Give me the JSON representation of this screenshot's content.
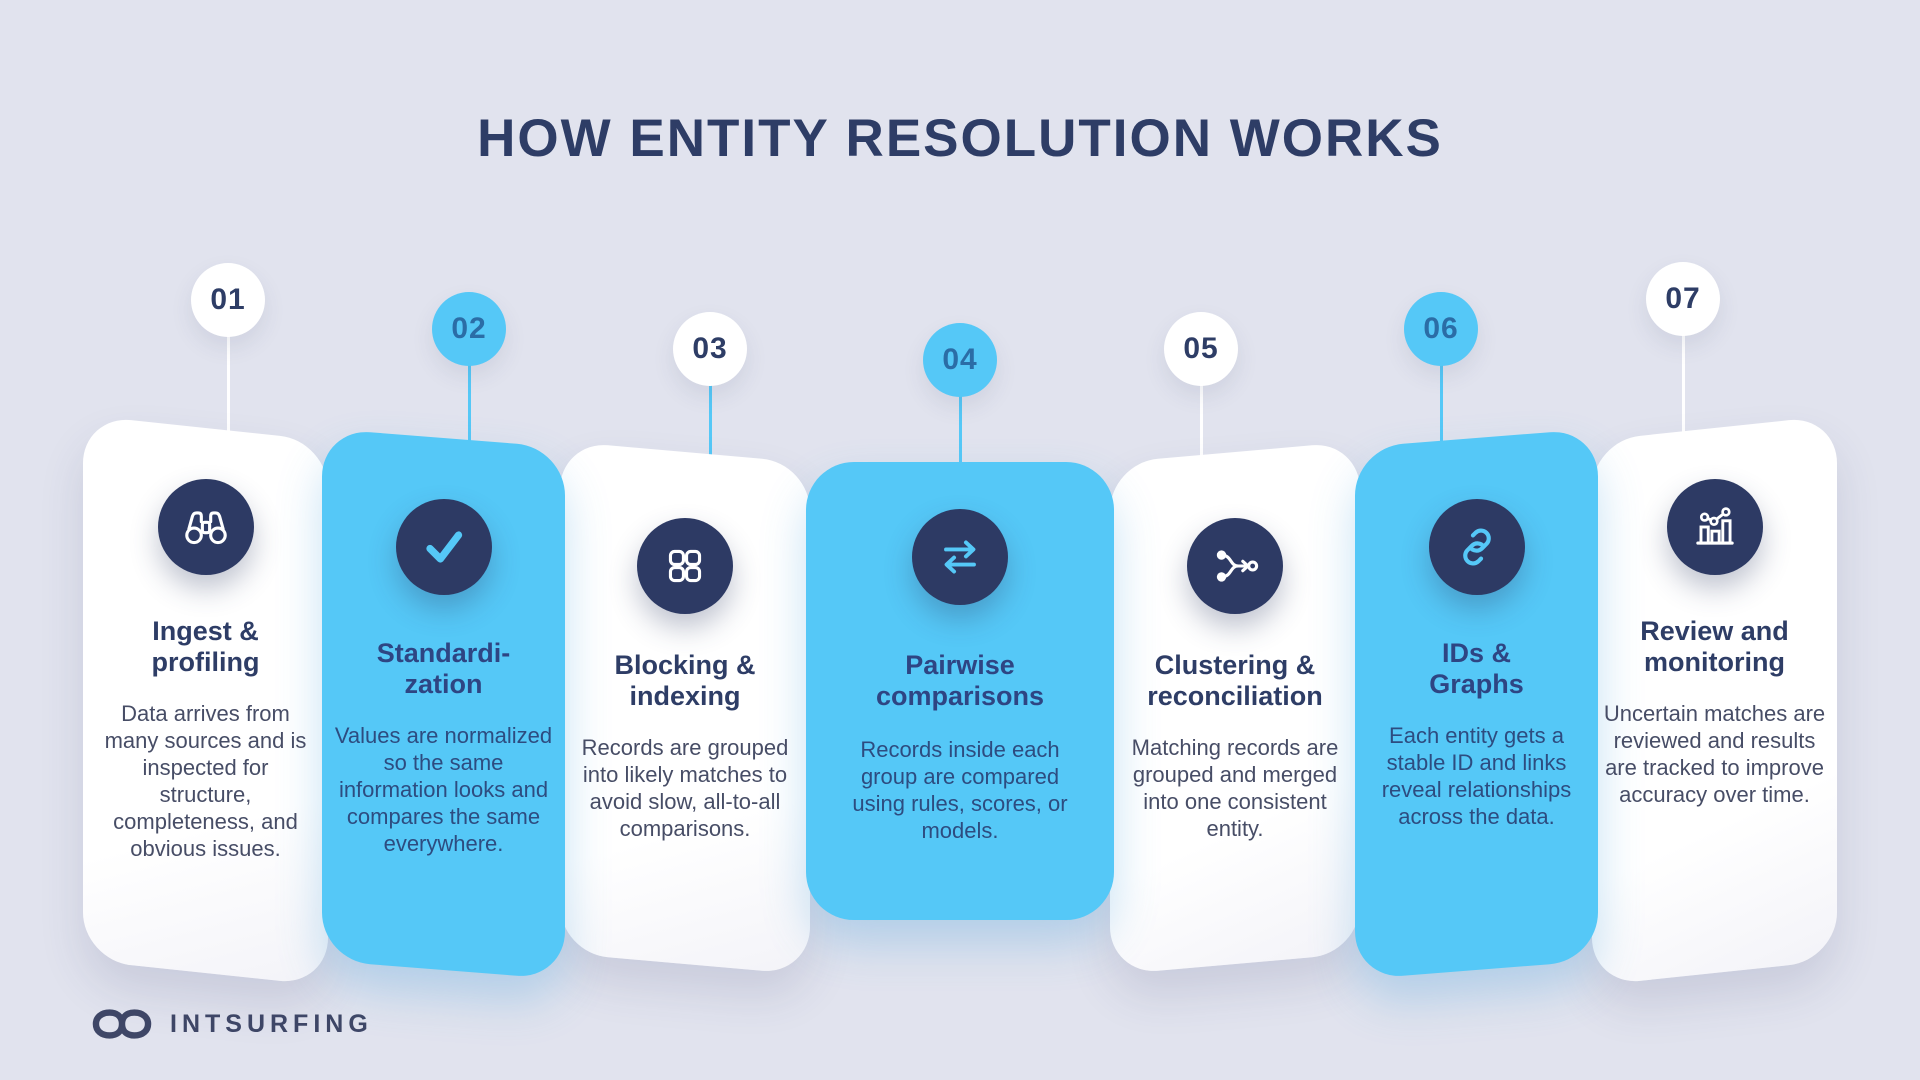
{
  "title": "HOW ENTITY RESOLUTION WORKS",
  "colors": {
    "background": "#E1E3EE",
    "accent_blue": "#55C8F7",
    "navy": "#2E3D66",
    "icon_circle_navy": "#2D3A64",
    "white": "#FFFFFF"
  },
  "steps": [
    {
      "number": "01",
      "variant": "white",
      "icon": "binoculars-icon",
      "title_lines": [
        "Ingest &",
        "profiling"
      ],
      "description": "Data arrives from many sources and is inspected for structure, completeness, and obvious issues."
    },
    {
      "number": "02",
      "variant": "blue",
      "icon": "checkmark-icon",
      "title_lines": [
        "Standardi-",
        "zation"
      ],
      "description": "Values are normalized so the same information looks and compares the same everywhere."
    },
    {
      "number": "03",
      "variant": "white",
      "icon": "blocks-icon",
      "title_lines": [
        "Blocking &",
        "indexing"
      ],
      "description": "Records are grouped into likely matches to avoid slow, all-to-all comparisons."
    },
    {
      "number": "04",
      "variant": "blue",
      "icon": "swap-arrows-icon",
      "title_lines": [
        "Pairwise",
        "comparisons"
      ],
      "description": "Records inside each group are compared using rules, scores, or models."
    },
    {
      "number": "05",
      "variant": "white",
      "icon": "merge-icon",
      "title_lines": [
        "Clustering &",
        "reconciliation"
      ],
      "description": "Matching records are grouped and merged into one consistent entity."
    },
    {
      "number": "06",
      "variant": "blue",
      "icon": "link-icon",
      "title_lines": [
        "IDs &",
        "Graphs"
      ],
      "description": "Each entity gets a stable ID and links reveal relationships across the data."
    },
    {
      "number": "07",
      "variant": "white",
      "icon": "chart-icon",
      "title_lines": [
        "Review and",
        "monitoring"
      ],
      "description": "Uncertain matches are reviewed and results are tracked to improve accuracy over time."
    }
  ],
  "logo": {
    "icon": "infinity-icon",
    "text": "INTSURFING"
  }
}
